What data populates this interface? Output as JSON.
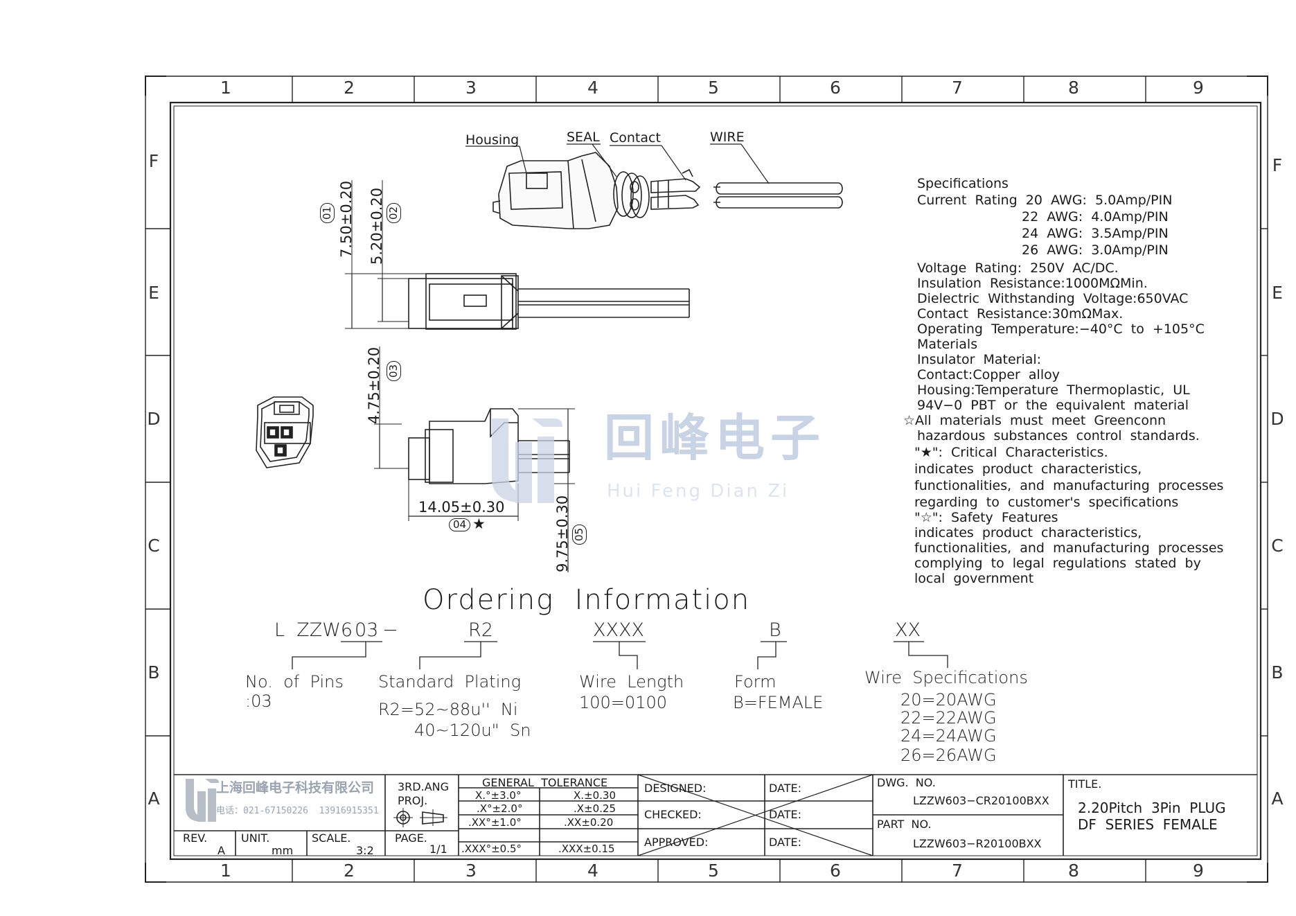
{
  "frame": {
    "columns": [
      "1",
      "2",
      "3",
      "4",
      "5",
      "6",
      "7",
      "8",
      "9"
    ],
    "rows": [
      "F",
      "E",
      "D",
      "C",
      "B",
      "A"
    ]
  },
  "callouts": {
    "housing": "Housing",
    "seal": "SEAL",
    "contact": "Contact",
    "wire": "WIRE"
  },
  "dimensions": {
    "d1": "7.50±0.20",
    "d1_tag": "01",
    "d2": "5.20±0.20",
    "d2_tag": "02",
    "d3": "4.75±0.20",
    "d3_tag": "03",
    "d4": "14.05±0.30",
    "d4_tag": "04",
    "d4_mark": "★",
    "d5": "9.75±0.30",
    "d5_tag": "05"
  },
  "watermark": {
    "cn": "回峰电子",
    "en": "Hui Feng Dian Zi"
  },
  "specifications": [
    "Specifications",
    "Current  Rating  20  AWG:  5.0Amp/PIN",
    "                         22  AWG:  4.0Amp/PIN",
    "                         24  AWG:  3.5Amp/PIN",
    "                         26  AWG:  3.0Amp/PIN",
    "Voltage  Rating:  250V  AC/DC.",
    "Insulation  Resistance:1000MΩMin.",
    "Dielectric  Withstanding  Voltage:650VAC",
    "Contact  Resistance:30mΩMax.",
    "Operating  Temperature:−40°C  to  +105°C",
    "Materials",
    "Insulator  Material:",
    "Contact:Copper  alloy",
    "Housing:Temperature  Thermoplastic,  UL",
    "94V−0  PBT  or  the  equivalent  material",
    "☆All  materials  must  meet  Greenconn",
    "hazardous  substances  control  standards.",
    "\"★\":  Critical  Characteristics.",
    "indicates  product  characteristics,",
    "functionalities,  and  manufacturing  processes",
    "regarding  to  customer's  specifications",
    "\"☆\":  Safety  Features",
    "indicates  product  characteristics,",
    "functionalities,  and  manufacturing  processes",
    "complying  to  legal  regulations  stated  by",
    "local  government"
  ],
  "ordering": {
    "title": "Ordering  Information",
    "code_prefix": "L  ZZW6",
    "code_pins": "03",
    "code_dash": "−",
    "code_plating": "R2",
    "code_length": "XXXX",
    "code_form": "B",
    "code_wire": "XX",
    "pins_label": "No.  of  Pins",
    "pins_value": ":03",
    "plating_label": "Standard  Plating",
    "plating_value1": "R2=52~88u''  Ni",
    "plating_value2": "40~120u\"  Sn",
    "length_label": "Wire  Length",
    "length_value": "100=0100",
    "form_label": "Form",
    "form_value": "B=FEMALE",
    "wire_label": "Wire  Specifications",
    "wire_values": [
      "20=20AWG",
      "22=22AWG",
      "24=24AWG",
      "26=26AWG"
    ]
  },
  "title_block": {
    "company_cn": "上海回峰电子科技有限公司",
    "company_phone": "电话：021-67150226  13916915351",
    "angle_label": "3RD.ANG",
    "proj_label": "PROJ.",
    "tolerance_header": "GENERAL  TOLERANCE",
    "tolerances": [
      [
        "X.°±3.0°",
        "X.±0.30"
      ],
      [
        ".X°±2.0°",
        ".X±0.25"
      ],
      [
        ".XX°±1.0°",
        ".XX±0.20"
      ],
      [
        ".XXX°±0.5°",
        ".XXX±0.15"
      ]
    ],
    "designed_label": "DESIGNED:",
    "checked_label": "CHECKED:",
    "approved_label": "APPROVED:",
    "date_label": "DATE:",
    "dwg_label": "DWG.  NO.",
    "dwg_value": "LZZW603−CR20100BXX",
    "part_label": "PART  NO.",
    "part_value": "LZZW603−R20100BXX",
    "title_label": "TITLE.",
    "title_line1": "2.20Pitch  3Pin  PLUG",
    "title_line2": "DF  SERIES  FEMALE",
    "rev_label": "REV.",
    "rev_value": "A",
    "unit_label": "UNIT.",
    "unit_value": "mm",
    "scale_label": "SCALE.",
    "scale_value": "3:2",
    "page_label": "PAGE.",
    "page_value": "1/1"
  }
}
